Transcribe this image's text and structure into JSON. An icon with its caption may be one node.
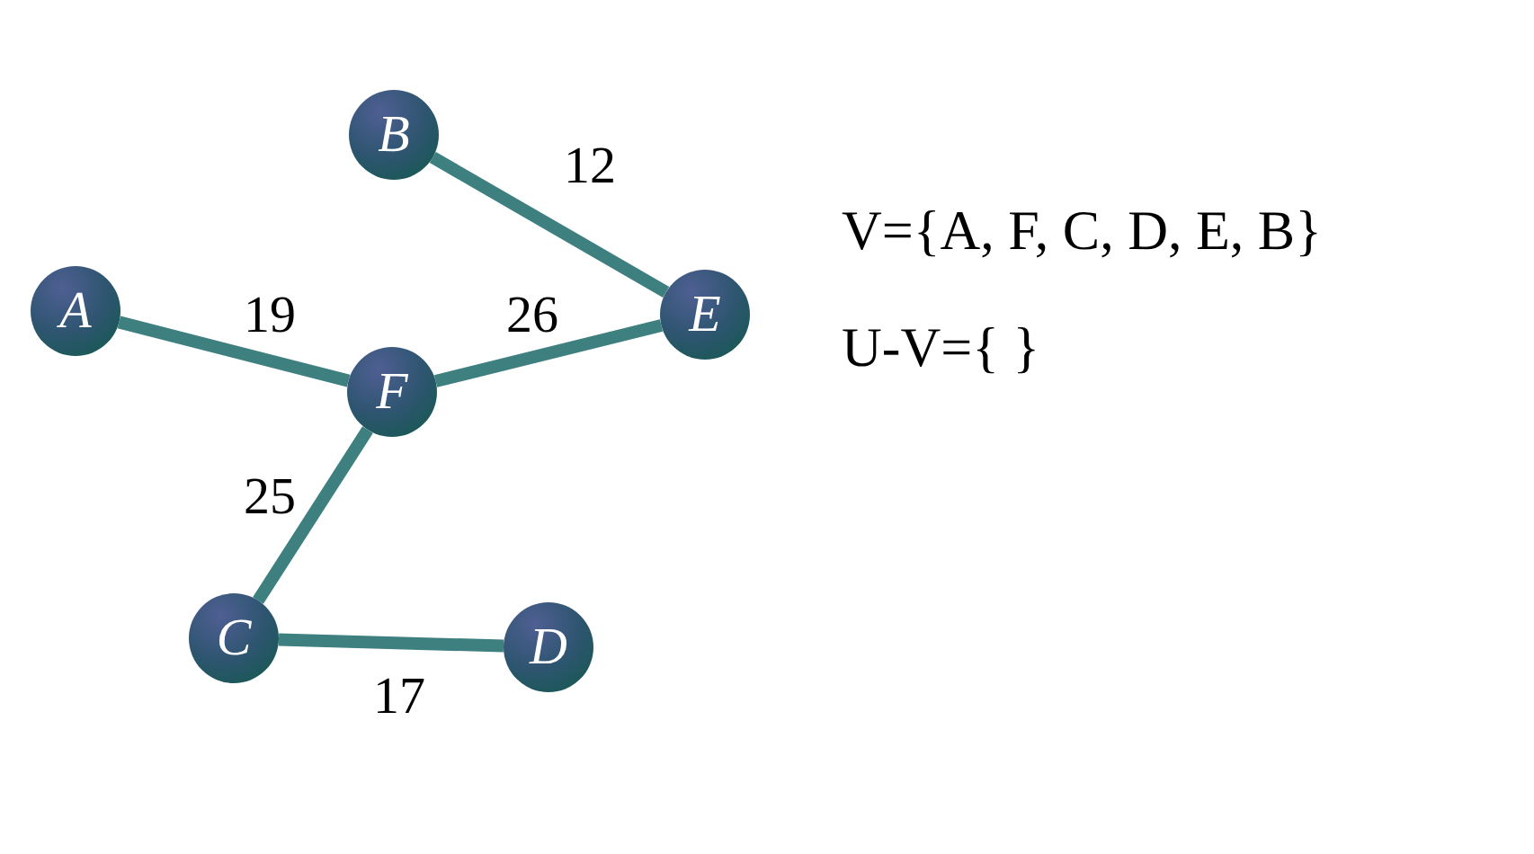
{
  "diagram": {
    "nodes": [
      {
        "text": [
          "B"
        ]
      },
      {
        "text": [
          "A"
        ]
      },
      {
        "text": [
          "E"
        ]
      },
      {
        "text": [
          "F"
        ]
      },
      {
        "text": [
          "C"
        ]
      },
      {
        "text": [
          "D"
        ]
      }
    ],
    "edges": [
      {
        "from": 0,
        "to": 2,
        "arrow": "none",
        "label": "12"
      },
      {
        "from": 1,
        "to": 3,
        "arrow": "none",
        "label": "19"
      },
      {
        "from": 3,
        "to": 2,
        "arrow": "none",
        "label": "26"
      },
      {
        "from": 3,
        "to": 4,
        "arrow": "none",
        "label": "25"
      },
      {
        "from": 4,
        "to": 5,
        "arrow": "none",
        "label": "17"
      }
    ],
    "labels": [
      "V={A, F, C, D, E, B}",
      "U-V={ }"
    ]
  }
}
